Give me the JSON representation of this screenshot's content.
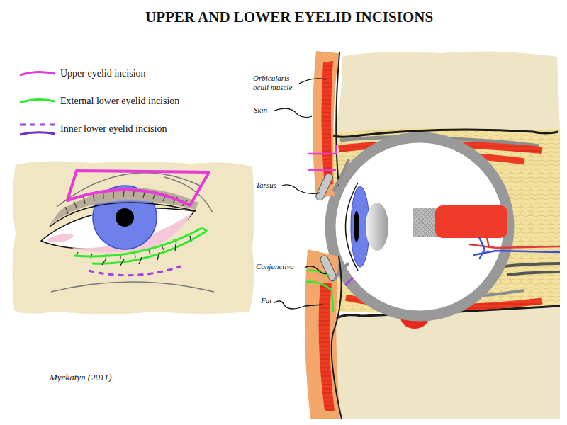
{
  "diagram": {
    "title": "UPPER AND LOWER EYELID INCISIONS",
    "labels": [
      "Orbicularis oculi muscle",
      "Skin",
      "Tarsus",
      "Conjunctiva",
      "Fat",
      "Myckatyn (2011)"
    ],
    "legend": [
      {
        "text": "Upper eyelid incision"
      },
      {
        "text": "External lower eyelid incision"
      },
      {
        "text": "Inner lower eyelid incision"
      }
    ]
  }
}
